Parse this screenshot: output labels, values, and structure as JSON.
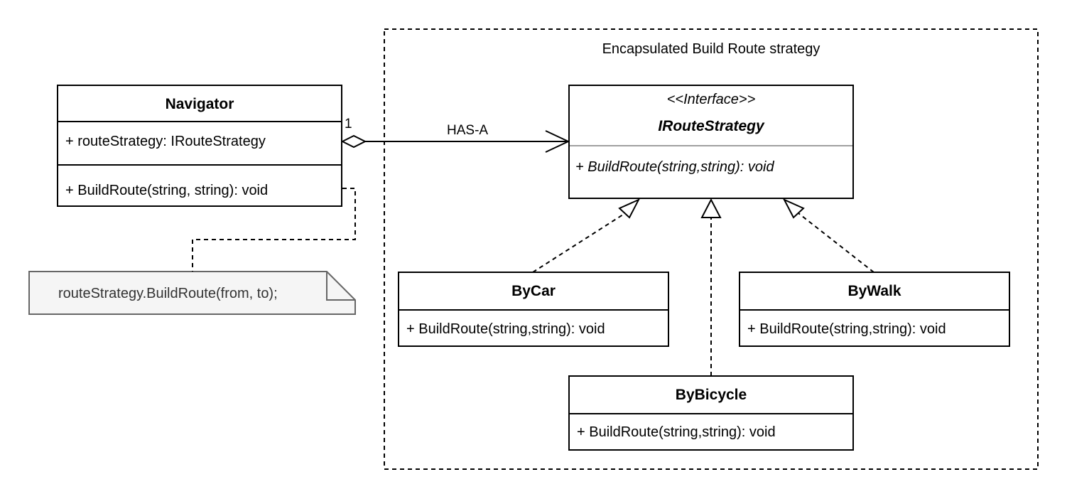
{
  "package": {
    "label": "Encapsulated Build Route strategy"
  },
  "navigator": {
    "name": "Navigator",
    "attribute": "+ routeStrategy: IRouteStrategy",
    "method": "+ BuildRoute(string, string): void"
  },
  "interface": {
    "stereotype": "<<Interface>>",
    "name": "IRouteStrategy",
    "method": "+ BuildRoute(string,string): void"
  },
  "bycar": {
    "name": "ByCar",
    "method": "+ BuildRoute(string,string): void"
  },
  "bywalk": {
    "name": "ByWalk",
    "method": "+ BuildRoute(string,string): void"
  },
  "bybicycle": {
    "name": "ByBicycle",
    "method": "+ BuildRoute(string,string): void"
  },
  "association": {
    "label": "HAS-A",
    "multiplicity": "1"
  },
  "note": {
    "text": "routeStrategy.BuildRoute(from, to);"
  }
}
